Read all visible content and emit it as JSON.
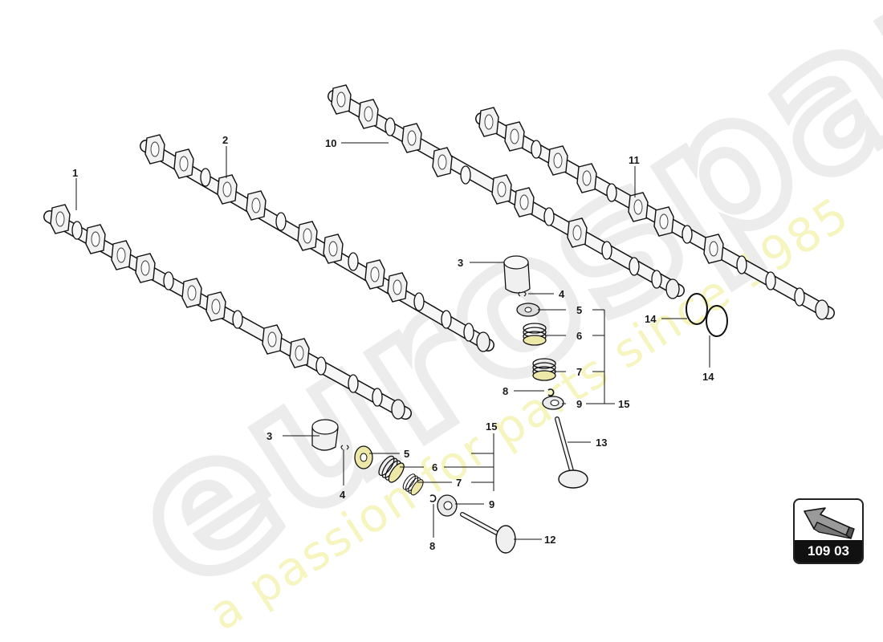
{
  "diagram": {
    "type": "exploded parts diagram",
    "subject": "Camshafts and valve train",
    "reference_badge": {
      "code": "109 03",
      "icon": "arrow-direction-icon"
    },
    "watermark": {
      "brand": "eurospares",
      "tagline": "a passion for parts since 1985",
      "tagline_color": "#f6f5bf",
      "brand_color": "#ececec"
    },
    "callouts": [
      {
        "id": "c1",
        "label": "1",
        "part": "camshaft"
      },
      {
        "id": "c2",
        "label": "2",
        "part": "camshaft"
      },
      {
        "id": "c10",
        "label": "10",
        "part": "camshaft"
      },
      {
        "id": "c11",
        "label": "11",
        "part": "camshaft"
      },
      {
        "id": "c3a",
        "label": "3",
        "part": "bucket tappet"
      },
      {
        "id": "c4a",
        "label": "4",
        "part": "valve cotter"
      },
      {
        "id": "c5a",
        "label": "5",
        "part": "upper spring retainer"
      },
      {
        "id": "c6a",
        "label": "6",
        "part": "outer valve spring"
      },
      {
        "id": "c7a",
        "label": "7",
        "part": "inner valve spring"
      },
      {
        "id": "c8a",
        "label": "8",
        "part": "valve stem seal"
      },
      {
        "id": "c9a",
        "label": "9",
        "part": "lower spring seat"
      },
      {
        "id": "c15a",
        "label": "15",
        "part": "valve spring kit"
      },
      {
        "id": "c13",
        "label": "13",
        "part": "exhaust valve"
      },
      {
        "id": "c14a",
        "label": "14",
        "part": "sealing ring"
      },
      {
        "id": "c14b",
        "label": "14",
        "part": "sealing ring"
      },
      {
        "id": "c3b",
        "label": "3",
        "part": "bucket tappet"
      },
      {
        "id": "c4b",
        "label": "4",
        "part": "valve cotter"
      },
      {
        "id": "c5b",
        "label": "5",
        "part": "upper spring retainer"
      },
      {
        "id": "c6b",
        "label": "6",
        "part": "outer valve spring"
      },
      {
        "id": "c7b",
        "label": "7",
        "part": "inner valve spring"
      },
      {
        "id": "c8b",
        "label": "8",
        "part": "valve stem seal"
      },
      {
        "id": "c9b",
        "label": "9",
        "part": "lower spring seat"
      },
      {
        "id": "c15b",
        "label": "15",
        "part": "valve spring kit"
      },
      {
        "id": "c12",
        "label": "12",
        "part": "intake valve"
      }
    ]
  }
}
